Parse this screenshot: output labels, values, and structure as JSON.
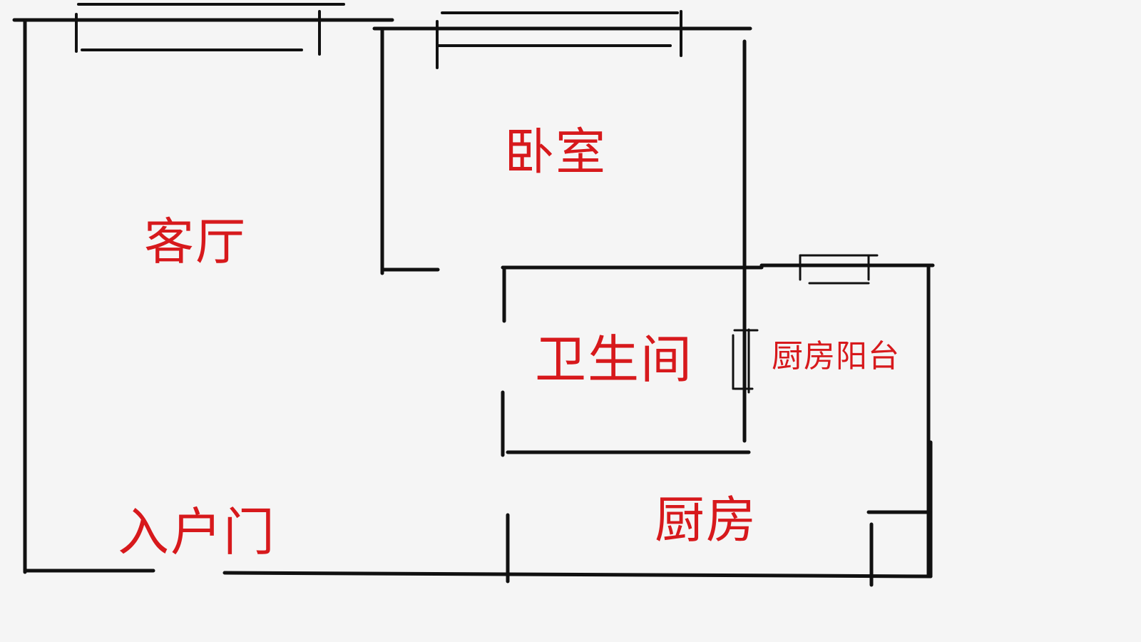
{
  "label_color": "#d7191c",
  "line_color": "#111111",
  "background_color": "#f5f5f5",
  "rooms": {
    "bedroom": "卧室",
    "living_room": "客厅",
    "bathroom": "卫生间",
    "kitchen_balcony": "厨房阳台",
    "kitchen": "厨房",
    "entry_door": "入户门"
  }
}
